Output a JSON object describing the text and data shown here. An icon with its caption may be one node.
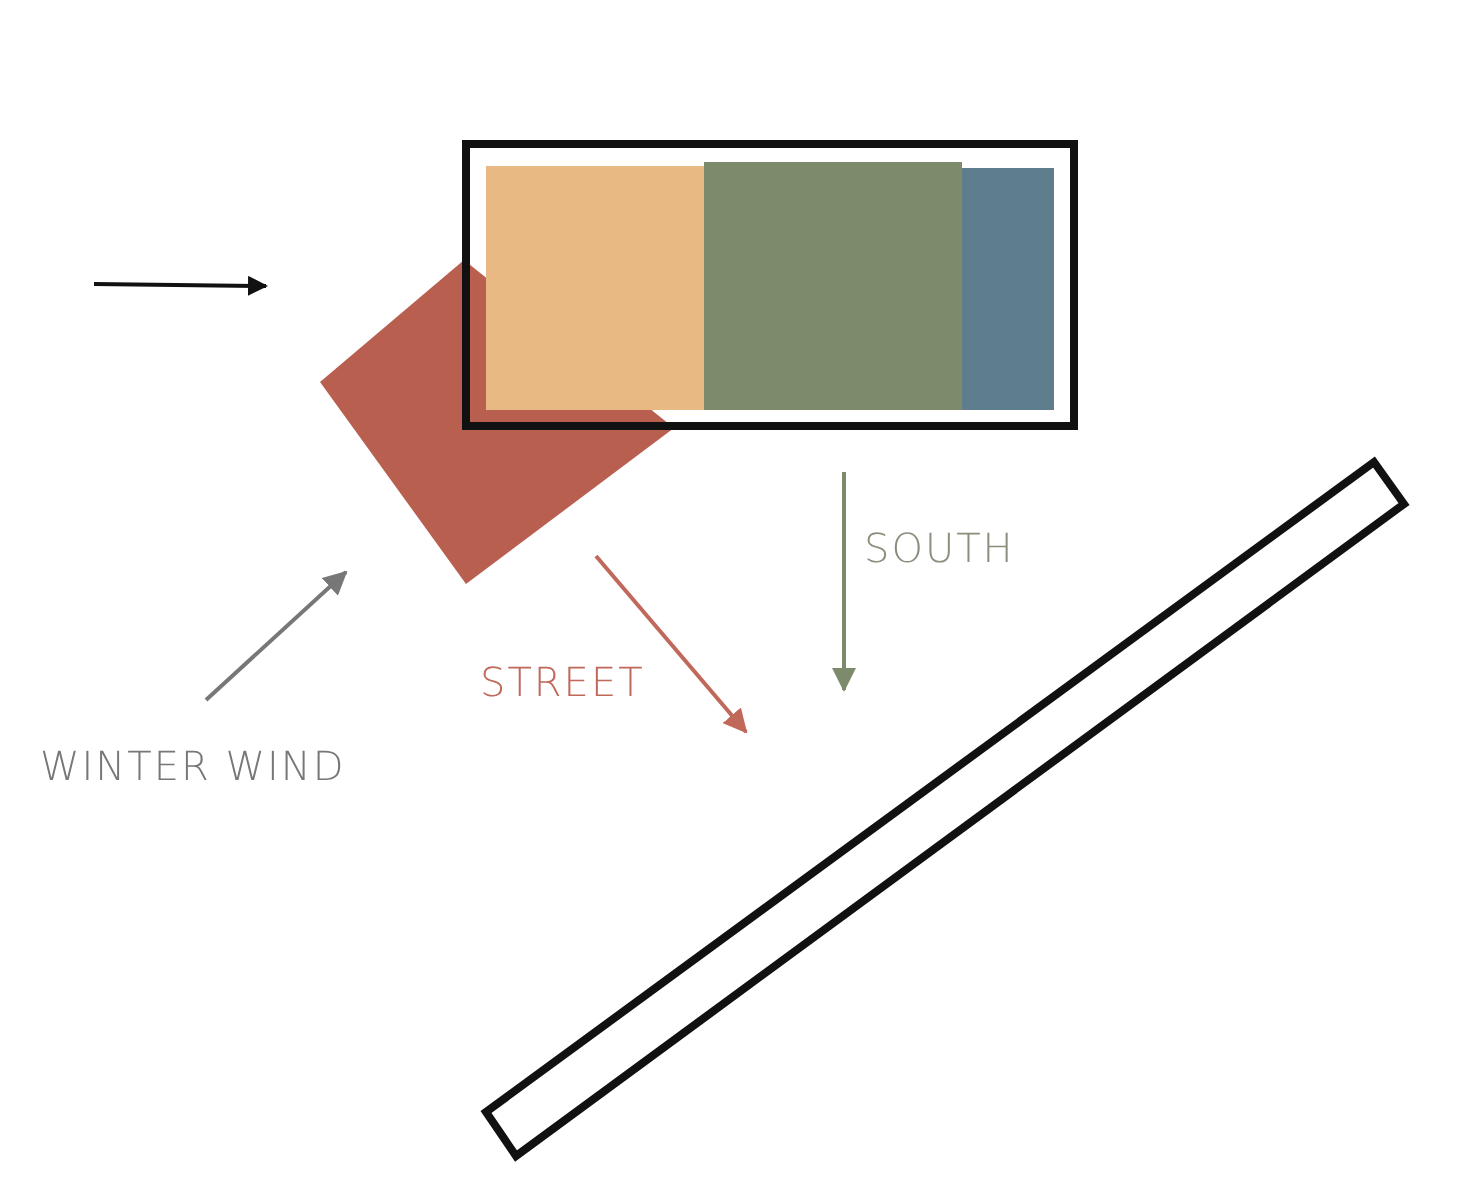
{
  "diagram": {
    "labels": [
      "SOUTH",
      "STREET",
      "WINTER WIND"
    ]
  }
}
